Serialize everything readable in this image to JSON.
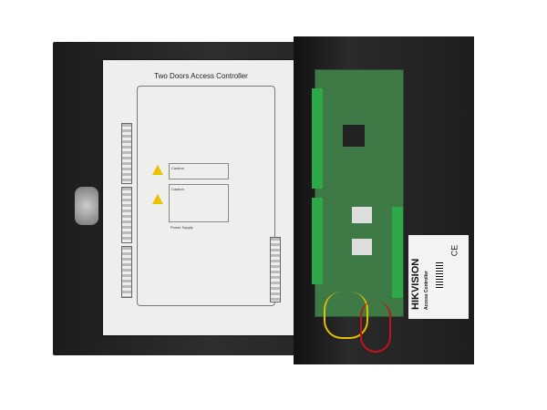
{
  "door_paper": {
    "title": "Two Doors Access Controller",
    "caution1": "Caution",
    "caution2": "Caution",
    "power": "Power Supply"
  },
  "label": {
    "brand": "HIKVISION",
    "product": "Access Controller",
    "mark": "CE"
  },
  "colors": {
    "enclosure": "#1e1e1e",
    "pcb": "#3e7a45",
    "terminal": "#2fa84a",
    "warning": "#e8c300"
  }
}
